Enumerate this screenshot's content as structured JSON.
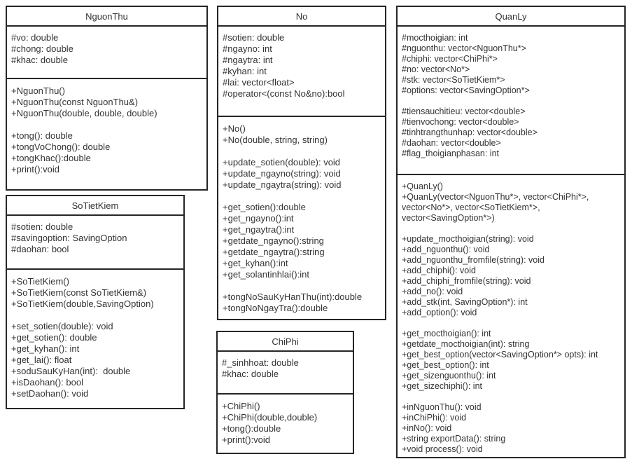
{
  "colors": {
    "border": "#262626",
    "text": "#333333",
    "background": "#ffffff"
  },
  "diagram": {
    "type": "uml-class-diagram",
    "classes": [
      {
        "id": "nguonthu",
        "name": "NguonThu",
        "attributes": [
          "#vo: double",
          "#chong: double",
          "#khac: double"
        ],
        "methods": [
          "+NguonThu()",
          "+NguonThu(const NguonThu&)",
          "+NguonThu(double, double, double)",
          "",
          "+tong(): double",
          "+tongVoChong(): double",
          "+tongKhac():double",
          "+print():void"
        ]
      },
      {
        "id": "no",
        "name": "No",
        "attributes": [
          "#sotien: double",
          "#ngayno: int",
          "#ngaytra: int",
          "#kyhan: int",
          "#lai: vector<float>",
          "#operator<(const No&no):bool"
        ],
        "methods": [
          "+No()",
          "+No(double, string, string)",
          "",
          "+update_sotien(double): void",
          "+update_ngayno(string): void",
          "+update_ngaytra(string): void",
          "",
          "+get_sotien():double",
          "+get_ngayno():int",
          "+get_ngaytra():int",
          "+getdate_ngayno():string",
          "+getdate_ngaytra():string",
          "+get_kyhan():int",
          "+get_solantinhlai():int",
          "",
          "+tongNoSauKyHanThu(int):double",
          "+tongNoNgayTra():double"
        ]
      },
      {
        "id": "quanly",
        "name": "QuanLy",
        "attributes": [
          "#mocthoigian: int",
          "#nguonthu: vector<NguonThu*>",
          "#chiphi: vector<ChiPhi*>",
          "#no: vector<No*>",
          "#stk: vector<SoTietKiem*>",
          "#options: vector<SavingOption*>",
          "",
          "#tiensauchitieu: vector<double>",
          "#tienvochong: vector<double>",
          "#tinhtrangthunhap: vector<double>",
          "#daohan: vector<double>",
          "#flag_thoigianphasan: int"
        ],
        "methods": [
          "+QuanLy()",
          "+QuanLy(vector<NguonThu*>, vector<ChiPhi*>,",
          "vector<No*>, vector<SoTietKiem*>,",
          "vector<SavingOption*>)",
          "",
          "+update_mocthoigian(string): void",
          "+add_nguonthu(): void",
          "+add_nguonthu_fromfile(string): void",
          "+add_chiphi(): void",
          "+add_chiphi_fromfile(string): void",
          "+add_no(): void",
          "+add_stk(int, SavingOption*): int",
          "+add_option(): void",
          "",
          "+get_mocthoigian(): int",
          "+getdate_mocthoigian(int): string",
          "+get_best_option(vector<SavingOption*> opts): int",
          "+get_best_option(): int",
          "+get_sizenguonthu(): int",
          "+get_sizechiphi(): int",
          "",
          "+inNguonThu(): void",
          "+inChiPhi(): void",
          "+inNo(): void",
          "+string exportData(): string",
          "+void process(): void"
        ]
      },
      {
        "id": "sotietkiem",
        "name": "SoTietKiem",
        "attributes": [
          "#sotien: double",
          "#savingoption: SavingOption",
          "#daohan: bool"
        ],
        "methods": [
          "+SoTietKiem()",
          "+SoTietKiem(const SoTietKiem&)",
          "+SoTietKiem(double,SavingOption)",
          "",
          "+set_sotien(double): void",
          "+get_sotien(): double",
          "+get_kyhan(): int",
          "+get_lai(): float",
          "+soduSauKyHan(int):  double",
          "+isDaohan(): bool",
          "+setDaohan(): void"
        ]
      },
      {
        "id": "chiphi",
        "name": "ChiPhi",
        "attributes": [
          "#_sinhhoat: double",
          "#khac: double"
        ],
        "methods": [
          "+ChiPhi()",
          "+ChiPhi(double,double)",
          "+tong():double",
          "+print():void"
        ]
      }
    ]
  }
}
